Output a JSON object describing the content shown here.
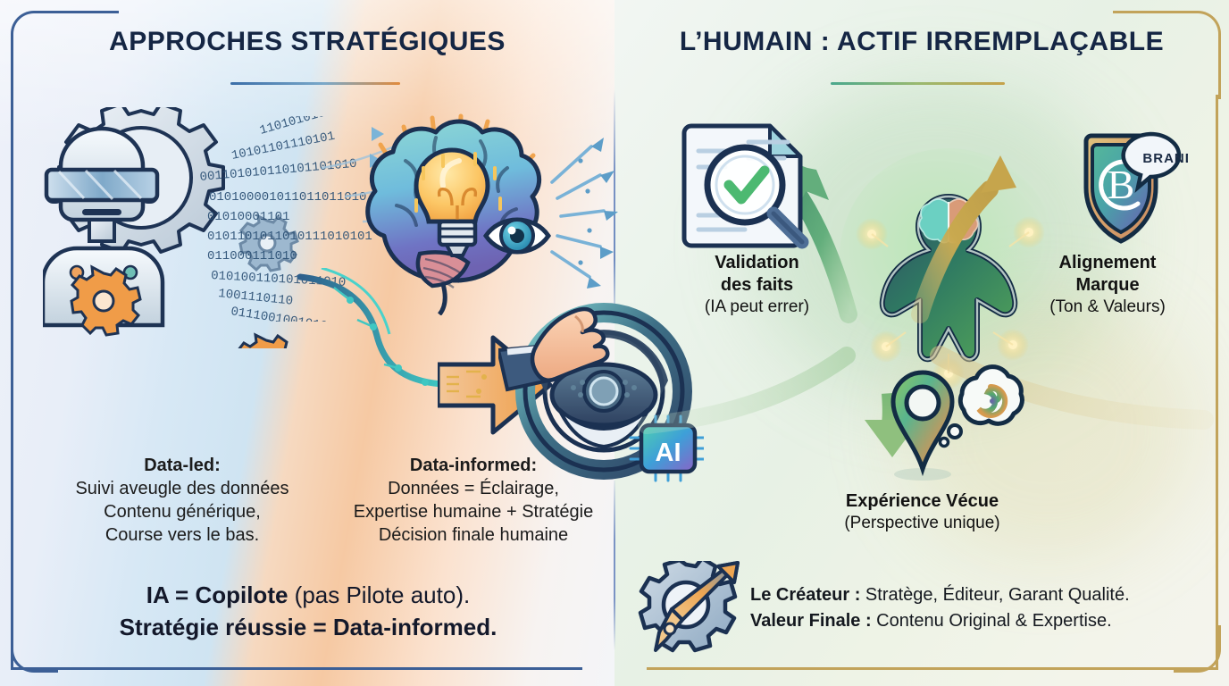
{
  "meta": {
    "kind": "infographic",
    "language": "fr",
    "colors": {
      "heading_text": "#152644",
      "frame_left": "#3c5f96",
      "frame_right": "#c2a35a",
      "rule_left_start": "#3b6ea8",
      "rule_left_end": "#e08a3c",
      "rule_right_start": "#4aa88d",
      "rule_right_end": "#c6a24a",
      "accent_orange": "#f0913c",
      "accent_teal": "#45bcc4",
      "accent_green": "#5fb07a",
      "body_text": "#1b1b1b"
    }
  },
  "left": {
    "heading": "APPROCHES STRATÉGIQUES",
    "data_led": {
      "title": "Data-led:",
      "lines": [
        "Suivi aveugle des données",
        "Contenu générique,",
        "Course vers le bas."
      ]
    },
    "data_informed": {
      "title": "Data-informed:",
      "lines": [
        "Données = Éclairage,",
        "Expertise humaine + Stratégie",
        "Décision finale humaine"
      ]
    },
    "tagline": {
      "line1_bold": "IA = Copilote",
      "line1_rest": " (pas Pilote auto).",
      "line2": "Stratégie réussie = Data-informed."
    },
    "art": {
      "robot": "blindfolded-robot-icon",
      "gear_large": "gear-icon",
      "gear_small": "gear-icon",
      "gear_orange": "gear-icon",
      "binary_stream": "binary-data-icon",
      "binary_sample": "0011010101101011010 01010000101101101 01010001101 0101101011010111010 011000111010 01010011101010110 100111010 100101010",
      "brain": "brain-icon",
      "lightbulb": "lightbulb-icon",
      "eye": "eye-icon",
      "arrows_in": "inbound-arrows-icon",
      "arrows_out": "outbound-arrows-icon",
      "circuit_arrow": "circuit-arrow-icon",
      "hand": "hand-icon",
      "steering_wheel": "steering-wheel-icon",
      "ai_chip_label": "AI",
      "ai_chip": "ai-chip-icon"
    }
  },
  "right": {
    "heading": "L’HUMAIN : ACTIF IRREMPLAÇABLE",
    "nodes": [
      {
        "id": "validation",
        "title": "Validation\ndes faits",
        "title_line1": "Validation",
        "title_line2": "des faits",
        "sub": "(IA peut errer)",
        "icon": "document-check-magnifier-icon"
      },
      {
        "id": "alignement",
        "title_line1": "Alignement",
        "title_line2": "Marque",
        "sub": "(Ton & Valeurs)",
        "icon": "brand-shield-icon",
        "badge": "BRAND",
        "monogram": "B"
      },
      {
        "id": "experience",
        "title_line1": "Expérience Vécue",
        "title_line2": "",
        "sub": "(Perspective unique)",
        "icon": "location-pin-thought-icon"
      }
    ],
    "center_figure": "human-figure-with-brain-icon",
    "tagline": {
      "line1_bold": "Le Créateur :",
      "line1_rest": " Stratège, Éditeur, Garant Qualité.",
      "line2_bold": "Valeur Finale :",
      "line2_rest": " Contenu Original & Expertise."
    },
    "bottom_icon": "gear-pen-nib-icon"
  }
}
